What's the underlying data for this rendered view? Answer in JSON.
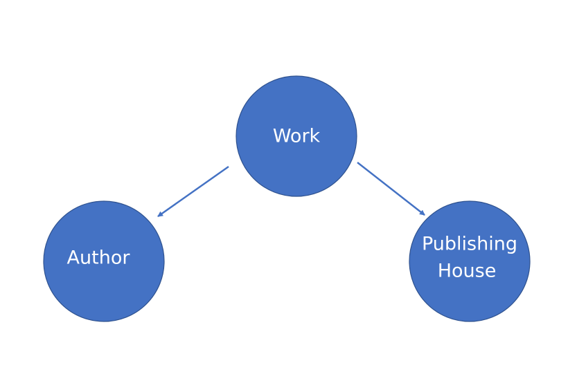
{
  "colors": {
    "node_fill": "#4472c4",
    "node_stroke": "#2f528f",
    "edge": "#4472c4",
    "label": "#ffffff"
  },
  "nodes": {
    "work": {
      "label": "Work"
    },
    "author": {
      "label": "Author"
    },
    "publishing_house": {
      "label_line1": "Publishing",
      "label_line2": "House"
    }
  },
  "edges": [
    {
      "from": "work",
      "to": "author"
    },
    {
      "from": "work",
      "to": "publishing_house"
    }
  ]
}
